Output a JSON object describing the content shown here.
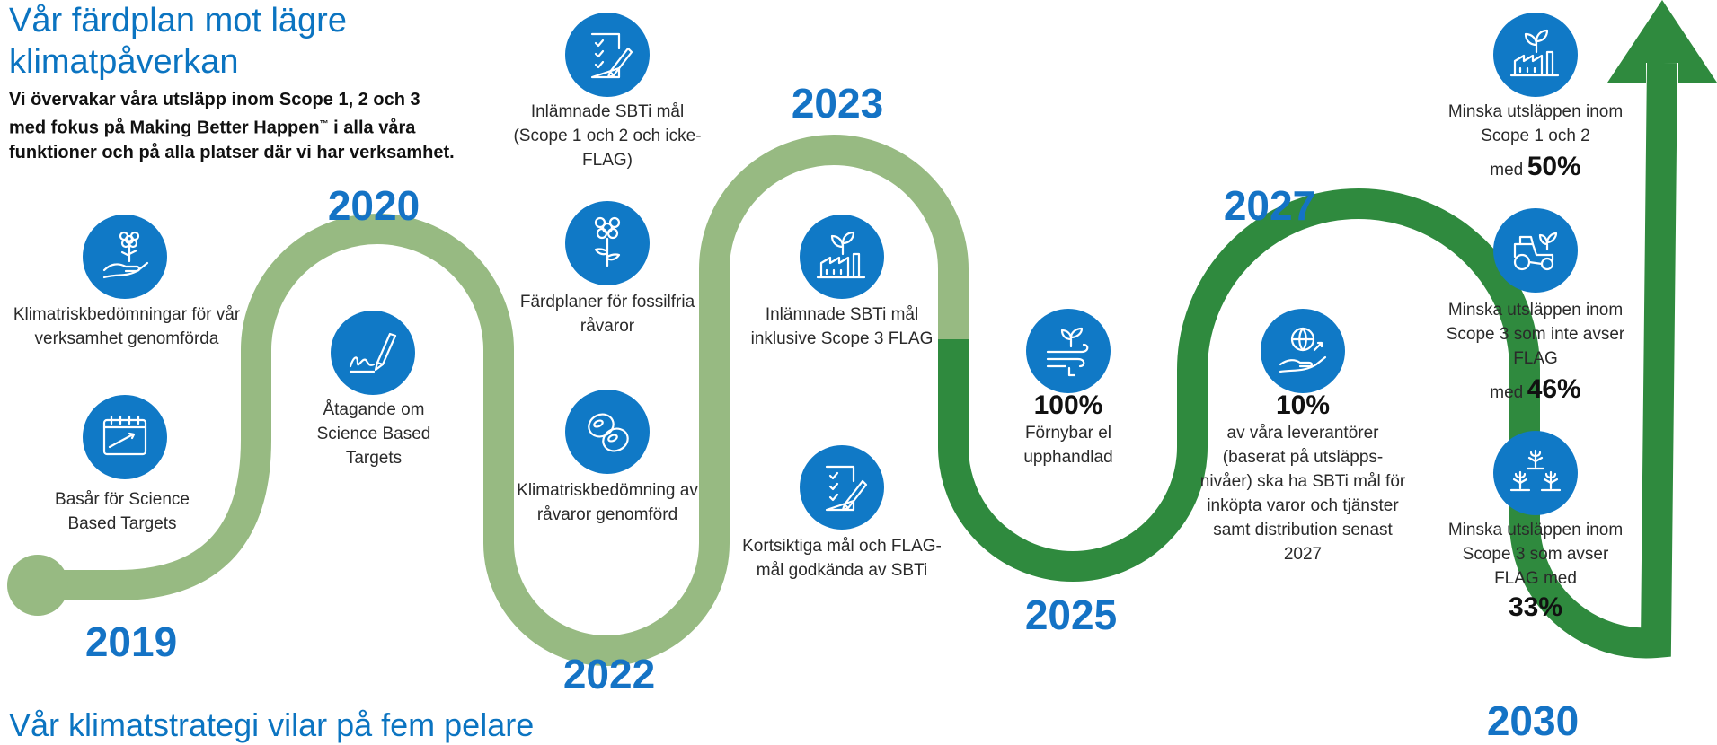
{
  "title": "Vår färdplan mot lägre klimatpåverkan",
  "intro": "Vi övervakar våra utsläpp inom Scope 1, 2 och 3 med fokus på Making Better Happen",
  "intro_tm": "™",
  "intro_tail": " i alla våra funktioner och på alla platser där vi har verksamhet.",
  "bottom_heading": "Vår klimatstrategi vilar på fem pelare",
  "colors": {
    "accent_blue": "#1079c6",
    "path_light_green": "#97ba82",
    "path_dark_green": "#2f8a3e"
  },
  "years": {
    "y2019": "2019",
    "y2020": "2020",
    "y2022": "2022",
    "y2023": "2023",
    "y2025": "2025",
    "y2027": "2027",
    "y2030": "2030"
  },
  "milestones": {
    "climate_risk_business": {
      "icon": "hand-flower-icon",
      "label": "Klimatriskbedömningar för vår verksamhet genomförda"
    },
    "base_year": {
      "icon": "calendar-chart-icon",
      "label": "Basår för Science Based Targets"
    },
    "commitment": {
      "icon": "signature-pen-icon",
      "label": "Åtagande om Science Based Targets"
    },
    "submitted_sbti": {
      "icon": "checklist-pen-icon",
      "label": "Inlämnade SBTi mål (Scope 1 och 2 och icke-FLAG)"
    },
    "fossil_free_plans": {
      "icon": "flower-icon",
      "label": "Färdplaner för fossilfria råvaror"
    },
    "raw_material_risk": {
      "icon": "seeds-icon",
      "label": "Klimatriskbedömning av råvaror genomförd"
    },
    "submitted_flag": {
      "icon": "factory-leaf-icon",
      "label": "Inlämnade SBTi mål inklusive Scope 3 FLAG"
    },
    "approved_targets": {
      "icon": "checklist-pen-icon",
      "label": "Kortsiktiga mål och FLAG-mål godkända av SBTi"
    },
    "renewable": {
      "icon": "wind-leaf-icon",
      "value": "100%",
      "label": "Förnybar el upphandlad"
    },
    "suppliers": {
      "icon": "globe-hand-icon",
      "value": "10%",
      "label": "av våra leverantörer (baserat på utsläpps-nivåer) ska ha SBTi mål för inköpta varor och tjänster samt distribution senast 2027"
    },
    "scope12": {
      "icon": "factory-leaf-icon",
      "label": "Minska utsläppen inom Scope 1 och 2",
      "prefix": "med",
      "value": "50%"
    },
    "scope3_nonflag": {
      "icon": "tractor-leaf-icon",
      "label": "Minska utsläppen inom Scope 3 som inte avser FLAG",
      "prefix": "med",
      "value": "46%"
    },
    "scope3_flag": {
      "icon": "crops-icon",
      "label": "Minska utsläppen inom Scope 3 som avser FLAG med",
      "value": "33%"
    }
  }
}
